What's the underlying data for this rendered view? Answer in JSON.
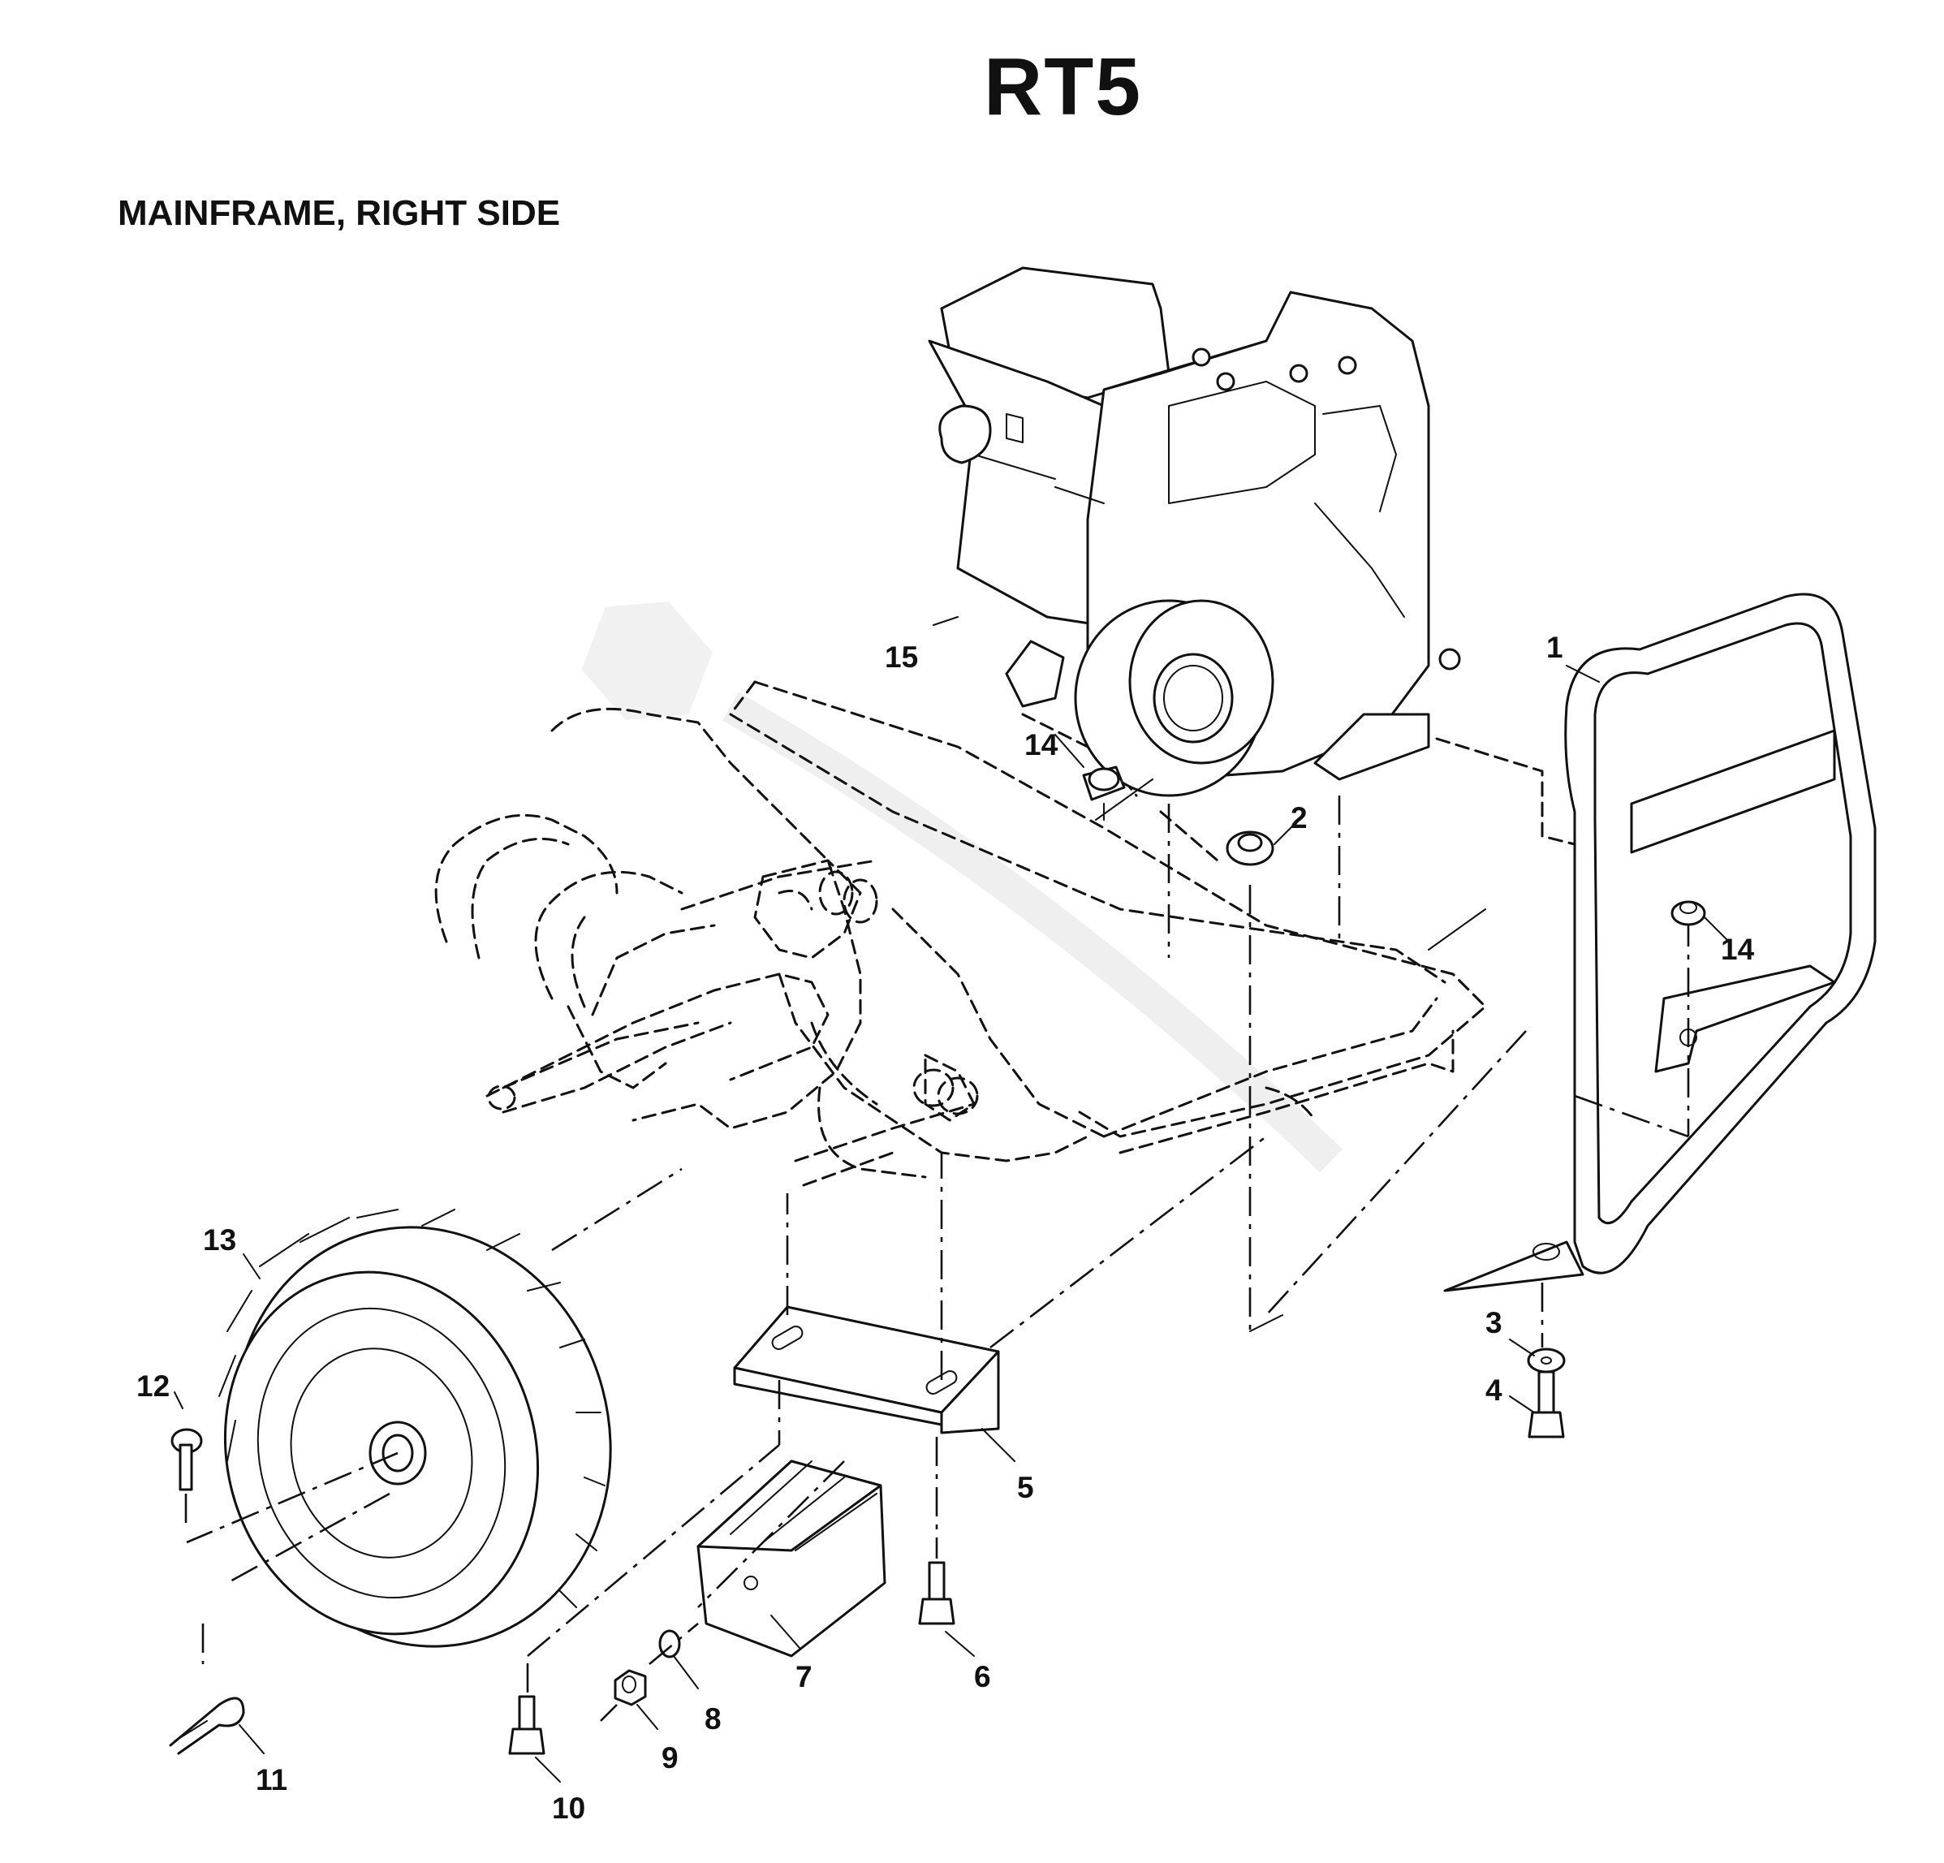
{
  "title": "RT5",
  "subtitle": "MAINFRAME, RIGHT SIDE",
  "callouts": [
    {
      "num": "1",
      "part": "bumper-frame"
    },
    {
      "num": "2",
      "part": "flange-nut"
    },
    {
      "num": "3",
      "part": "washer"
    },
    {
      "num": "4",
      "part": "bolt"
    },
    {
      "num": "5",
      "part": "bracket"
    },
    {
      "num": "6",
      "part": "bolt"
    },
    {
      "num": "7",
      "part": "weight"
    },
    {
      "num": "8",
      "part": "lock-washer"
    },
    {
      "num": "9",
      "part": "nut"
    },
    {
      "num": "10",
      "part": "bolt"
    },
    {
      "num": "11",
      "part": "hairpin-clip"
    },
    {
      "num": "12",
      "part": "clevis-pin"
    },
    {
      "num": "13",
      "part": "wheel-tire"
    },
    {
      "num": "14",
      "part": "lock-nut"
    },
    {
      "num": "15",
      "part": "engine"
    }
  ]
}
